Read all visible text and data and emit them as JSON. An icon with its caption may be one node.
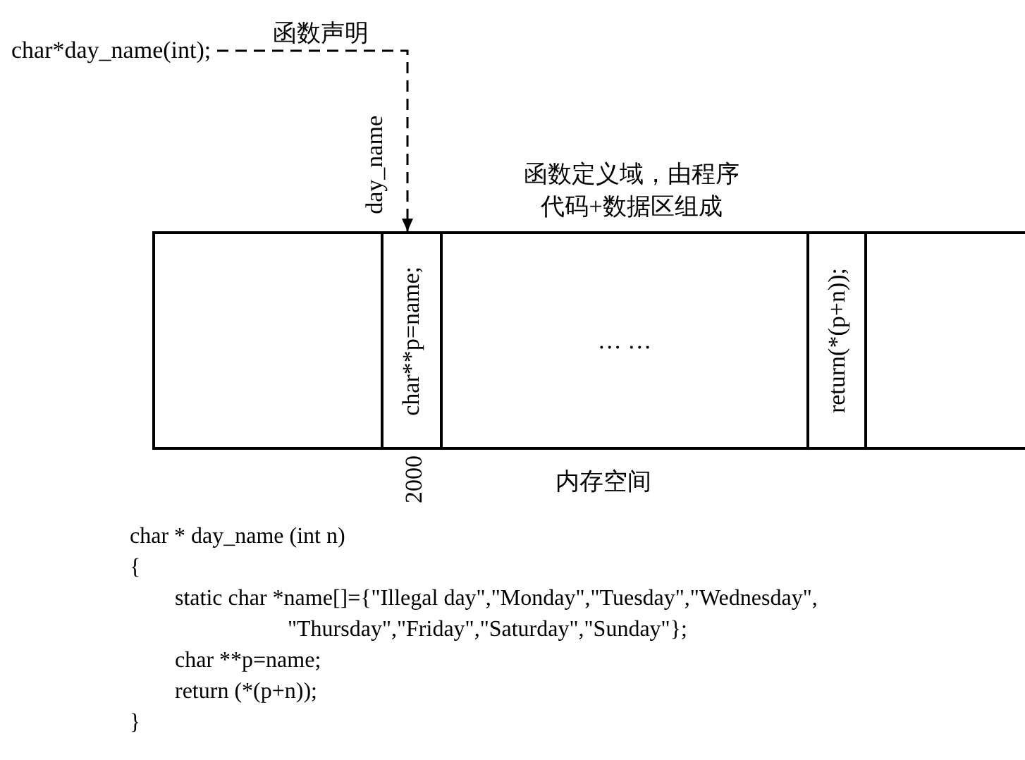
{
  "diagram": {
    "nodes": [
      {
        "text": [
          "char*day_name(int);"
        ]
      },
      {
        "text": [],
        "shape": "box"
      },
      {
        "text": [
          "char**p=name;"
        ],
        "beside": [
          "2000"
        ]
      },
      {
        "text": [
          "… …"
        ]
      },
      {
        "text": [
          "return(*(p+n));"
        ]
      },
      {
        "text": [],
        "shape": "box"
      }
    ],
    "edges": [
      {
        "from": 0,
        "to": 2,
        "arrow": "to",
        "style": "dashed",
        "label": "函数声明"
      }
    ],
    "labels": [
      "day_name",
      "函数定义域，由程序代码+数据区组成",
      "内存空间",
      "char * day_name (int n)",
      "{",
      "static char *name[]={\"Illegal day\",\"Monday\",\"Tuesday\",\"Wednesday\",",
      "\"Thursday\",\"Friday\",\"Saturday\",\"Sunday\"};",
      "char **p=name;",
      "return (*(p+n));",
      "}"
    ]
  }
}
